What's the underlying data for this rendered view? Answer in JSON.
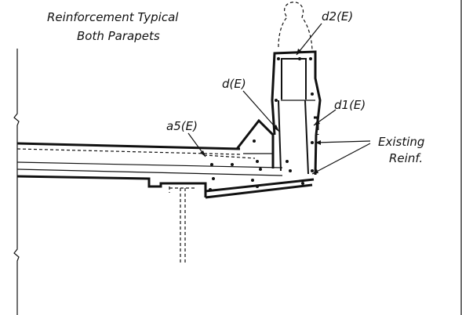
{
  "notes": {
    "line1": "Reinforcement Typical",
    "line2": "Both Parapets"
  },
  "labels": {
    "d2": "d2(E)",
    "d": "d(E)",
    "d1": "d1(E)",
    "a5": "a5(E)",
    "existing1": "Existing",
    "existing2": "Reinf."
  }
}
